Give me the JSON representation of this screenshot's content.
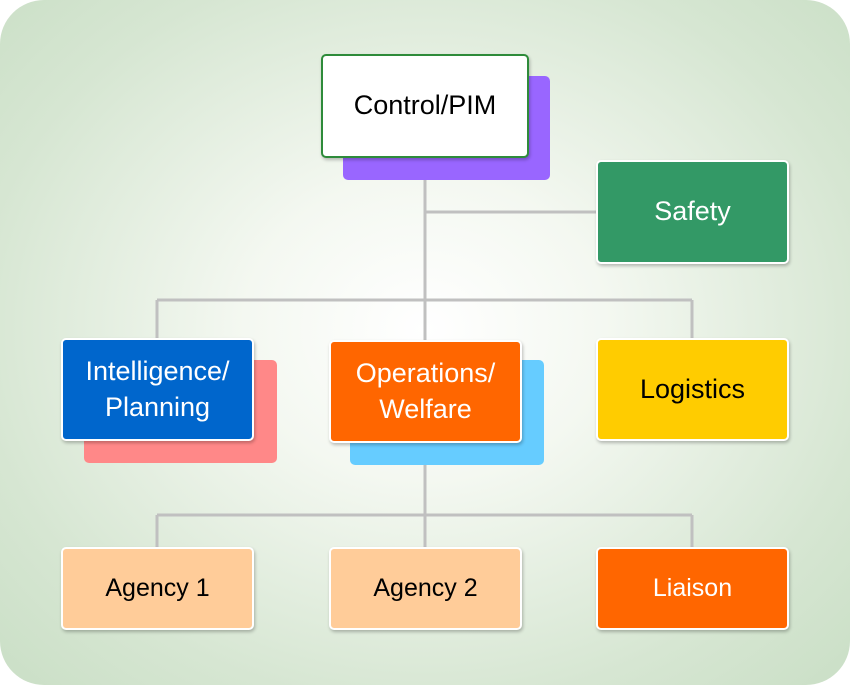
{
  "nodes": {
    "control": {
      "label": "Control/PIM",
      "fill": "#ffffff",
      "border": "#2e8b3a",
      "text_color": "#000000",
      "shadow_color": "#9966ff"
    },
    "safety": {
      "label": "Safety",
      "fill": "#339966",
      "text_color": "#ffffff"
    },
    "intelligence": {
      "label": "Intelligence/\nPlanning",
      "fill": "#0066cc",
      "text_color": "#ffffff",
      "shadow_color": "#ff8888"
    },
    "operations": {
      "label": "Operations/\nWelfare",
      "fill": "#ff6600",
      "text_color": "#ffffff",
      "shadow_color": "#66ccff"
    },
    "logistics": {
      "label": "Logistics",
      "fill": "#ffcc00",
      "text_color": "#000000"
    },
    "agency1": {
      "label": "Agency 1",
      "fill": "#ffcc99",
      "text_color": "#000000"
    },
    "agency2": {
      "label": "Agency 2",
      "fill": "#ffcc99",
      "text_color": "#000000"
    },
    "liaison": {
      "label": "Liaison",
      "fill": "#ff6600",
      "text_color": "#ffffff"
    }
  },
  "connector_color": "#c0c0c0",
  "background_color": "#d6e6d2"
}
